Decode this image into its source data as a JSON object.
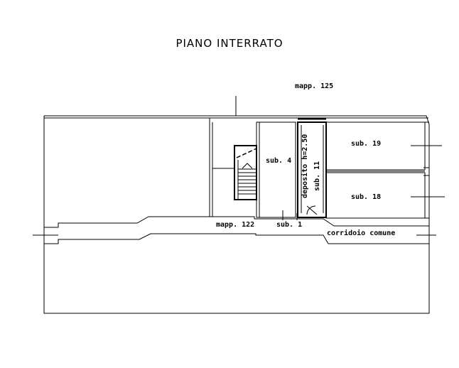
{
  "title": "PIANO  INTERRATO",
  "labels": {
    "mapp125": "mapp. 125",
    "mapp122": "mapp. 122",
    "sub4": "sub. 4",
    "sub1": "sub. 1",
    "sub19": "sub. 19",
    "sub18": "sub. 18",
    "corridoio": "corridoio  comune",
    "deposito": "deposito  h=2.50",
    "sub11": "sub. 11"
  }
}
